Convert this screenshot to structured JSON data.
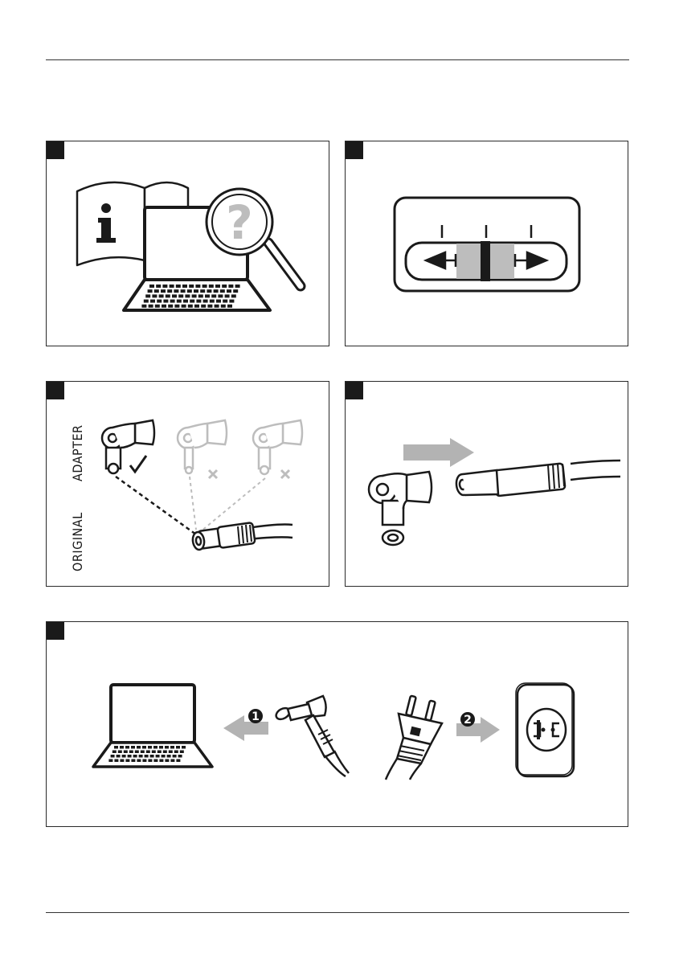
{
  "document": {
    "panels": [
      {
        "id": "panel-1",
        "topic": "manual-and-search"
      },
      {
        "id": "panel-2",
        "topic": "polarity-selector"
      },
      {
        "id": "panel-3",
        "topic": "adapter-selection"
      },
      {
        "id": "panel-4",
        "topic": "connect-adapter"
      },
      {
        "id": "panel-5",
        "topic": "connect-laptop-and-outlet"
      }
    ],
    "adapter_panel": {
      "label_adapter": "ADAPTER",
      "label_original": "ORIGINAL"
    },
    "steps": {
      "step1": "1",
      "step2": "2"
    },
    "colors": {
      "ink": "#1a1a1a",
      "grey": "#bdbdbd",
      "arrow_grey": "#b3b3b3"
    }
  }
}
